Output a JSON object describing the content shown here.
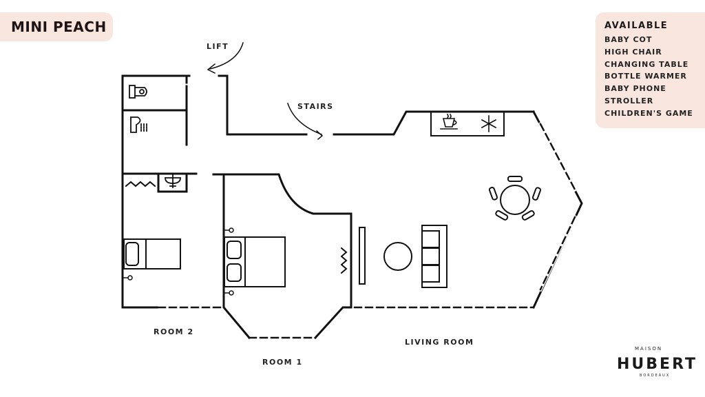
{
  "title": "MINI PEACH",
  "available": {
    "heading": "AVAILABLE",
    "items": [
      "BABY COT",
      "HIGH CHAIR",
      "CHANGING TABLE",
      "BOTTLE WARMER",
      "BABY PHONE",
      "STROLLER",
      "CHILDREN'S GAME"
    ]
  },
  "labels": {
    "lift": "LIFT",
    "stairs": "STAIRS",
    "room2": "ROOM 2",
    "room1": "ROOM 1",
    "living_room": "LIVING ROOM"
  },
  "logo": {
    "top": "MAISON",
    "main": "HUBERT",
    "bottom": "BORDEAUX"
  },
  "icons": [
    "toilet-icon",
    "shower-icon",
    "sink-icon",
    "radiator-icon",
    "bed-icon",
    "coffee-icon",
    "snowflake-icon",
    "dining-table-icon",
    "sofa-icon",
    "outlet-icon"
  ],
  "colors": {
    "badge": "#f8e6df",
    "ink": "#1a1a1a"
  }
}
